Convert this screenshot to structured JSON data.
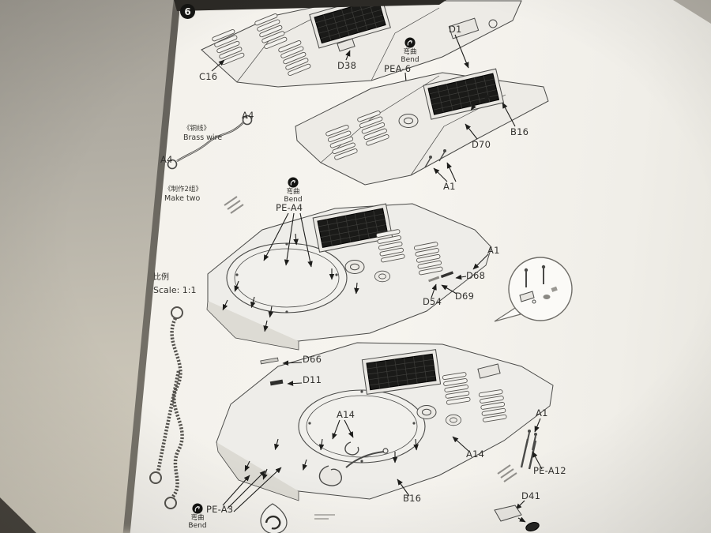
{
  "document": {
    "step_number": "6",
    "scale": {
      "cn": "比例",
      "en": "Scale:  1:1"
    },
    "notes": {
      "brass_wire_cn": "《铜线》",
      "brass_wire_en": "Brass wire",
      "make_two_cn": "《制作2组》",
      "make_two_en": "Make two"
    },
    "bend": {
      "cn": "弯曲",
      "en": "Bend"
    },
    "labels": {
      "c16": "C16",
      "d38": "D38",
      "pea6": "PEA-6",
      "d1": "D1",
      "b16_upper": "B16",
      "d70": "D70",
      "a1_upper": "A1",
      "a4_upper": "A4",
      "a4_lower": "A4",
      "pe_a4": "PE-A4",
      "a1_middle": "A1",
      "d68": "D68",
      "d69": "D69",
      "d54": "D54",
      "d66": "D66",
      "d11": "D11",
      "a14_left": "A14",
      "a14_right": "A14",
      "a1_lower": "A1",
      "pe_a12": "PE-A12",
      "b16_lower": "B16",
      "pe_a3": "PE-A3",
      "d41": "D41"
    },
    "icons": {
      "step_badge": "step-number-circle",
      "bend": "bend-icon"
    },
    "colors": {
      "paper": "#f5f3ee",
      "ink": "#33322f",
      "badge": "#141412",
      "mesh": "#1a1a18"
    }
  }
}
